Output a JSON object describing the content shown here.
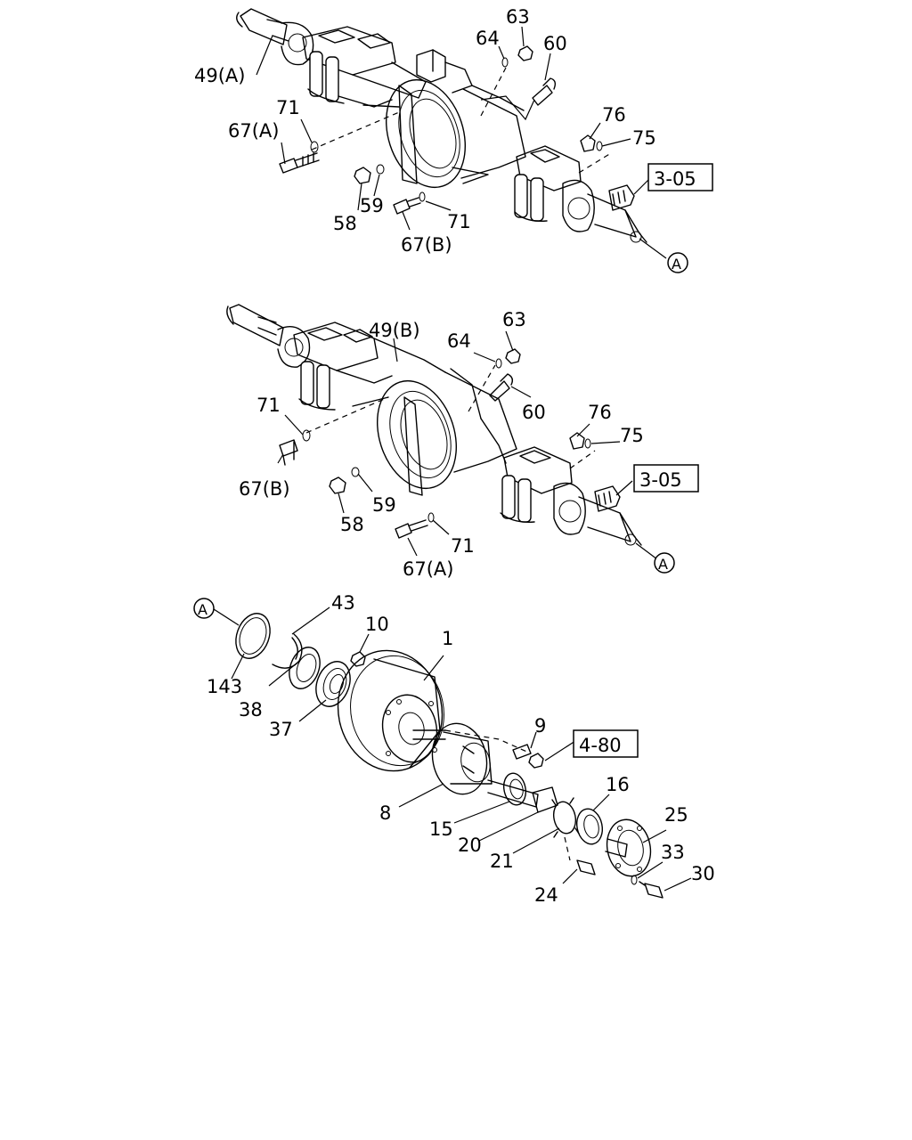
{
  "views": [
    {
      "labels": [
        "49(A)",
        "71",
        "67(A)",
        "58",
        "59",
        "67(B)",
        "71",
        "64",
        "63",
        "60",
        "76",
        "75"
      ],
      "ref_box": "3-05",
      "ref_circle": "A"
    },
    {
      "labels": [
        "49(B)",
        "63",
        "64",
        "60",
        "71",
        "67(B)",
        "58",
        "59",
        "76",
        "75",
        "67(A)",
        "71"
      ],
      "ref_box": "3-05",
      "ref_circle": "A"
    },
    {
      "labels": [
        "43",
        "10",
        "1",
        "143",
        "38",
        "37",
        "9",
        "8",
        "15",
        "20",
        "21",
        "16",
        "25",
        "33",
        "30",
        "24"
      ],
      "ref_box": "4-80",
      "ref_circle": "A"
    }
  ]
}
